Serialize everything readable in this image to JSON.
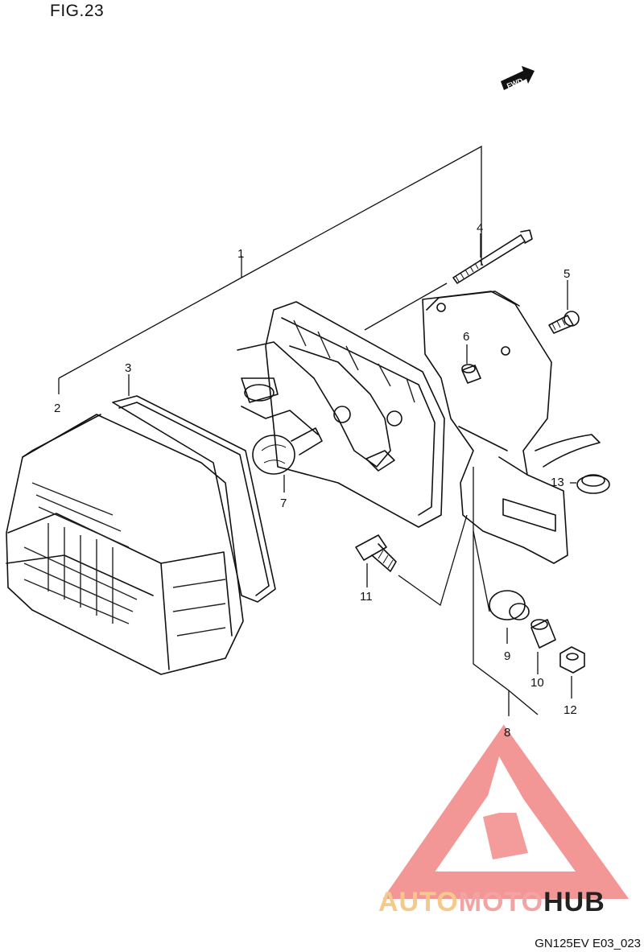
{
  "figure": {
    "title": "FIG.23",
    "code": "GN125EV E03_023",
    "direction_badge": "FWD"
  },
  "callouts": [
    {
      "id": "c1",
      "label": "1"
    },
    {
      "id": "c2",
      "label": "2"
    },
    {
      "id": "c3",
      "label": "3"
    },
    {
      "id": "c4",
      "label": "4"
    },
    {
      "id": "c5",
      "label": "5"
    },
    {
      "id": "c6",
      "label": "6"
    },
    {
      "id": "c7",
      "label": "7"
    },
    {
      "id": "c8",
      "label": "8"
    },
    {
      "id": "c9",
      "label": "9"
    },
    {
      "id": "c10",
      "label": "10"
    },
    {
      "id": "c11",
      "label": "11"
    },
    {
      "id": "c12",
      "label": "12"
    },
    {
      "id": "c13",
      "label": "13"
    }
  ],
  "watermark": {
    "word_a": "AUTO",
    "word_b": "MOTO",
    "word_c": "HUB",
    "color_a": "#f5c98c",
    "color_b": "#f4a3a3",
    "color_c": "#222222",
    "logo_color": "#f28b8b"
  }
}
